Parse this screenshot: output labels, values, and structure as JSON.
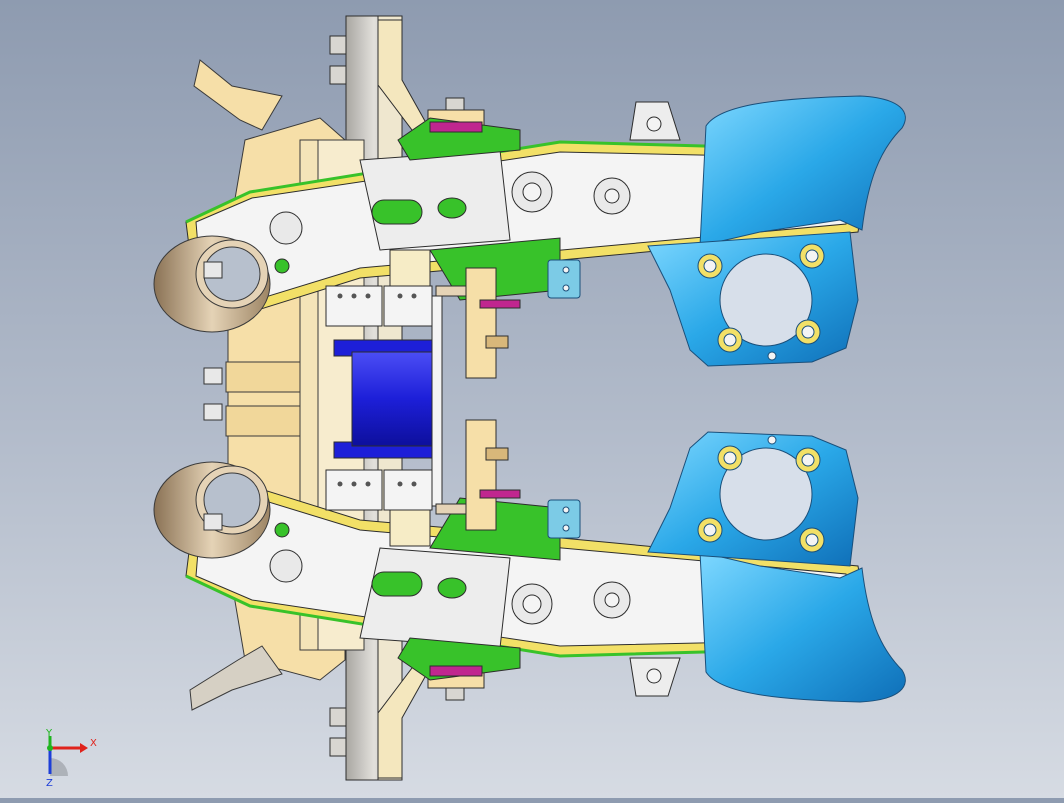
{
  "viewport": {
    "background_top": "#8e9bb0",
    "background_bottom": "#d6dbe3"
  },
  "model": {
    "colors": {
      "steel_white": "#f4f4f4",
      "frame_yellow": "#f2e067",
      "weld_green": "#38c22a",
      "knuckle_blue": "#2aa8e8",
      "bushing_tan": "#c7ac88",
      "beige_block": "#f6dfa8",
      "clamp_grey": "#c9c7c2",
      "pin_blue": "#1d1fd8",
      "pin_magenta": "#c0268f",
      "outline": "#2d2d2d"
    }
  },
  "triad": {
    "x_label": "X",
    "y_label": "Y",
    "z_label": "Z",
    "x_color": "#e0231c",
    "y_color": "#1fb51f",
    "z_color": "#1d3ed8"
  }
}
